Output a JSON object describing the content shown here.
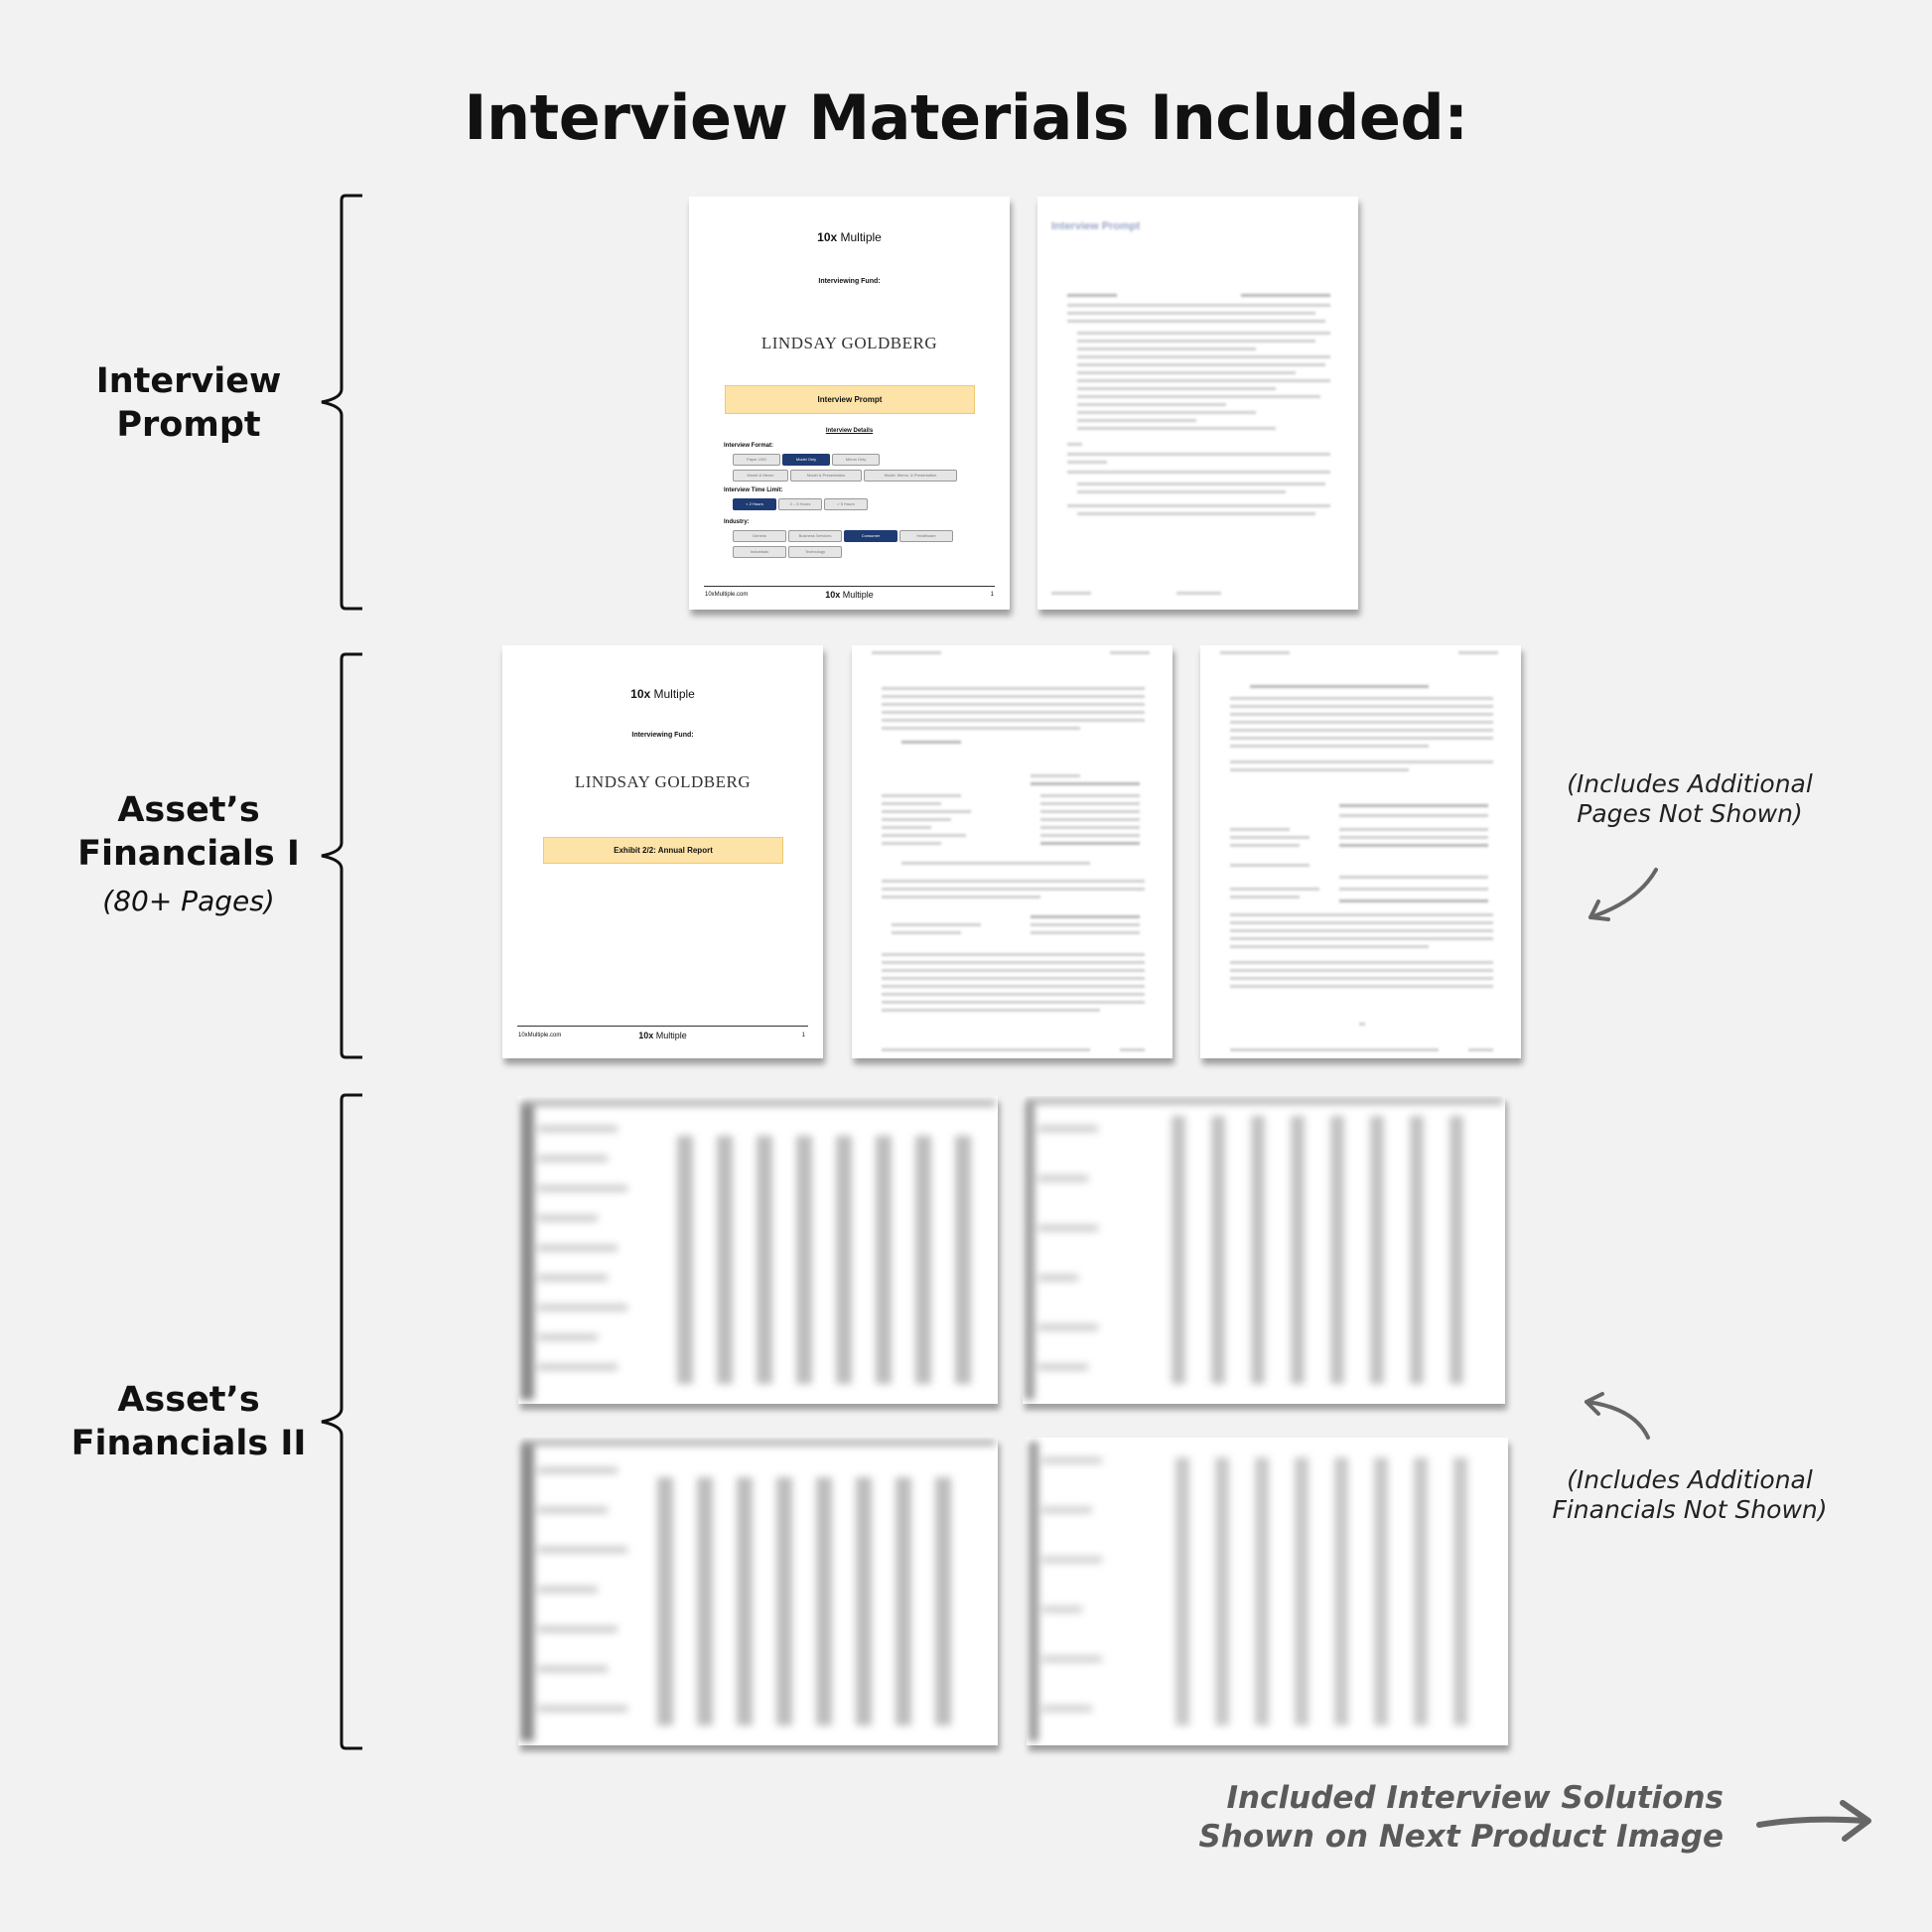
{
  "title": "Interview Materials Included:",
  "sections": {
    "interview_prompt": {
      "line1": "Interview",
      "line2": "Prompt"
    },
    "financials_1": {
      "line1": "Asset’s",
      "line2": "Financials I",
      "sub": "(80+ Pages)"
    },
    "financials_2": {
      "line1": "Asset’s",
      "line2": "Financials II"
    }
  },
  "cover": {
    "brand_strong": "10x",
    "brand_rest": " Multiple",
    "fund_label": "Interviewing Fund:",
    "fund_name": "LINDSAY GOLDBERG",
    "footer_site": "10xMultiple.com",
    "footer_page": "1"
  },
  "prompt_cover": {
    "banner": "Interview Prompt",
    "details_heading": "Interview Details",
    "format_label": "Interview Format:",
    "format_options": [
      "Paper LBO",
      "Model Only",
      "Memo Only",
      "Model & Memo",
      "Model & Presentation",
      "Model, Memo, & Presentation"
    ],
    "time_label": "Interview Time Limit:",
    "time_options": [
      "< 2 Hours",
      "2 – 5 Hours",
      "> 5 Hours"
    ],
    "industry_label": "Industry:",
    "industry_options": [
      "Generic",
      "Business Services",
      "Consumer",
      "Healthcare",
      "Industrials",
      "Technology"
    ]
  },
  "prompt_page2": {
    "heading": "Interview Prompt"
  },
  "annual_cover": {
    "banner": "Exhibit 2/2: Annual Report"
  },
  "notes": {
    "pages_line1": "(Includes Additional",
    "pages_line2": "Pages Not Shown)",
    "fin_line1": "(Includes Additional",
    "fin_line2": "Financials Not Shown)",
    "solutions_line1": "Included Interview Solutions",
    "solutions_line2": "Shown on Next Product Image"
  },
  "colors": {
    "background": "#f2f2f2",
    "banner": "#fde3a7",
    "selected_pill": "#1f3b73",
    "note_gray": "#5a5a5a"
  }
}
